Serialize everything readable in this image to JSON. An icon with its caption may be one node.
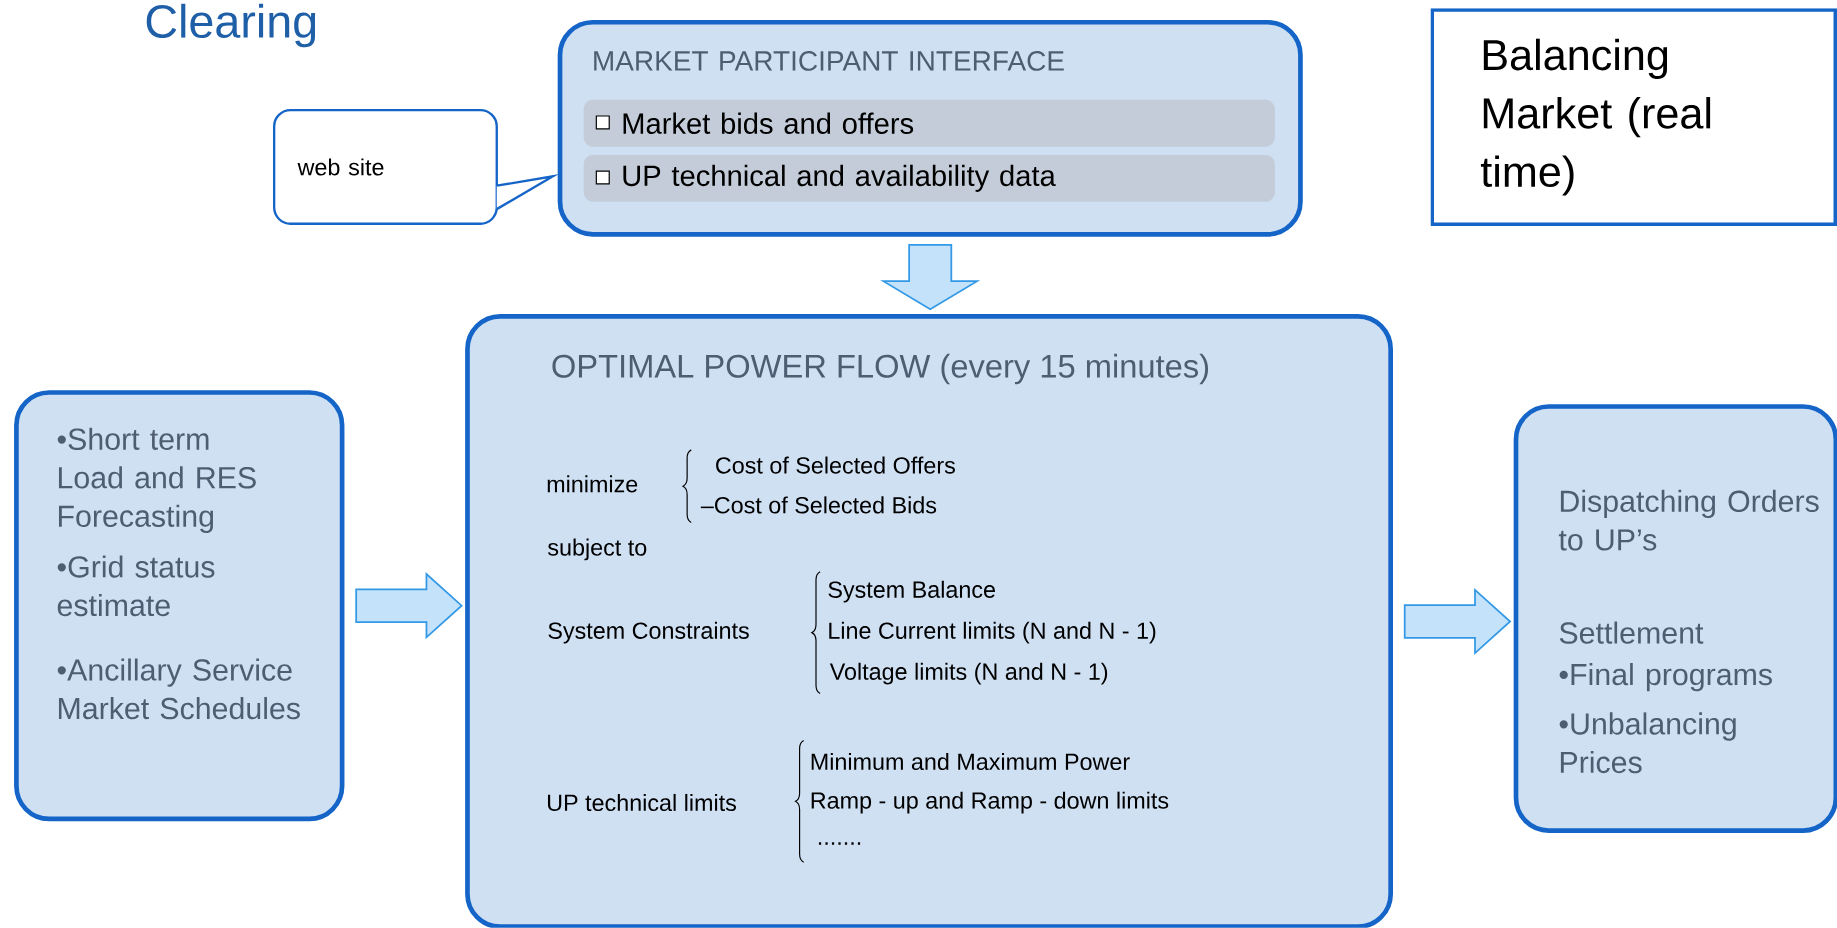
{
  "diagram": {
    "title": "Clearing",
    "nodes": [
      {
        "text": [
          "web site"
        ]
      },
      {
        "text": [
          "MARKET PARTICIPANT INTERFACE"
        ]
      },
      {
        "text": [
          "Market bids and offers"
        ],
        "in": 1
      },
      {
        "text": [
          "UP technical and availability data"
        ],
        "in": 1
      },
      {
        "text": [
          "Balancing Market (real time)"
        ]
      },
      {
        "text": [
          "OPTIMAL POWER FLOW (every 15 minutes)",
          "minimize",
          "Cost of Selected Offers",
          "–Cost of Selected Bids",
          "subject to",
          "System Constraints",
          "System Balance",
          "Line Current limits (N and N - 1)",
          "Voltage limits (N and N - 1)",
          "UP technical limits",
          "Minimum and Maximum Power",
          "Ramp - up and Ramp - down limits",
          "......."
        ]
      },
      {
        "text": [
          "•Short term Load and RES Forecasting",
          "•Grid status estimate",
          "•Ancillary Service Market Schedules"
        ]
      },
      {
        "text": [
          "Dispatching Orders to UP’s",
          "Settlement",
          "•Final programs",
          "•Unbalancing Prices"
        ]
      }
    ],
    "edges": [
      {
        "from": 0,
        "to": 1,
        "arrow": "to"
      },
      {
        "from": 1,
        "to": 5,
        "arrow": "to"
      },
      {
        "from": 6,
        "to": 5,
        "arrow": "to"
      },
      {
        "from": 5,
        "to": 7,
        "arrow": "to"
      }
    ]
  }
}
